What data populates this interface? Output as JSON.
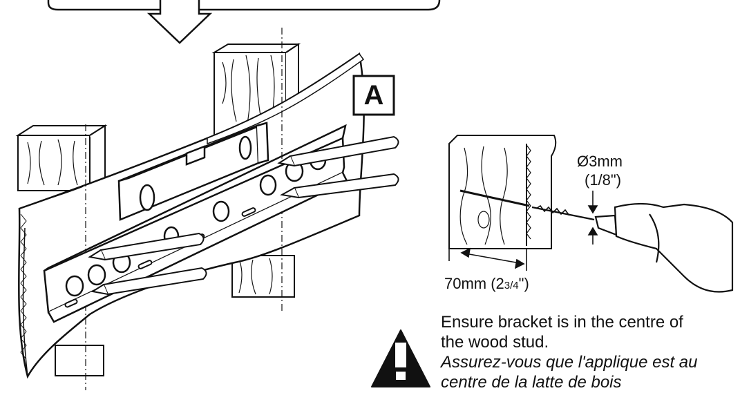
{
  "step": {
    "letter": "A"
  },
  "drill": {
    "diameter_mm": "Ø3mm",
    "diameter_in": "(1/8\")",
    "depth_mm": "70mm (2",
    "depth_frac": "3/4",
    "depth_end": "\")"
  },
  "warning": {
    "icon": "warning-triangle-icon",
    "en_line1": "Ensure bracket is in the centre of",
    "en_line2": "the wood stud.",
    "fr_line1": "Assurez-vous que l'applique est au",
    "fr_line2": "centre de la latte de bois"
  }
}
